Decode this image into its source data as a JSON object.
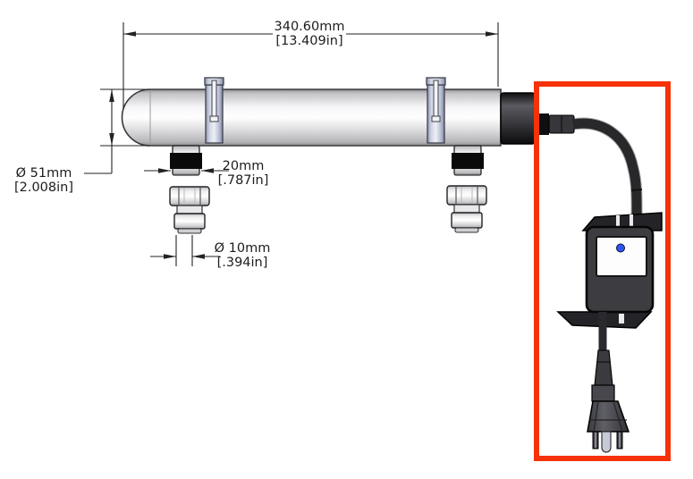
{
  "dimensions": {
    "overall_length": {
      "metric": "340.60mm",
      "imperial": "[13.409in]"
    },
    "body_diameter": {
      "metric": "Ø 51mm",
      "imperial": "[2.008in]"
    },
    "port_width": {
      "metric": "20mm",
      "imperial": "[.787in]"
    },
    "port_inner_diameter": {
      "metric": "Ø 10mm",
      "imperial": "[.394in]"
    }
  },
  "colors": {
    "highlight_box": "#F53208",
    "led_indicator": "#2B57EE",
    "tube_body": "#E8E8EA",
    "end_cap": "#2B2B2E",
    "mounting_clip": "#C9CEDF",
    "drawing_line": "#222222"
  }
}
